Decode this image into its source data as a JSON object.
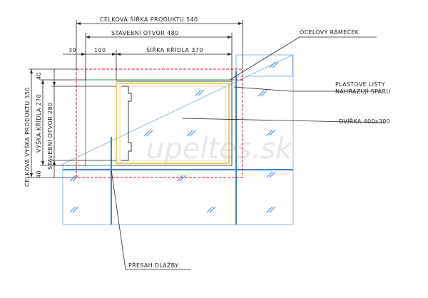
{
  "dimensions": {
    "celkova_sirka": "CELKOVÁ ŠÍŘKA PRODUKTU  540",
    "stavebni_otvor_h": "STAVEBNÍ OTVOR  480",
    "sirka_kridla": "ŠÍŘKA KŘÍDLA  370",
    "offset_30": "30",
    "offset_100": "100",
    "celkova_vyska": "CELKOVÁ VÝŠKA PRODUKTU  350",
    "vyska_kridla": "VÝŠKA KŘÍDLA  270",
    "stavebni_otvor_v": "STAVEBNÍ OTVOR  280",
    "v_offset_top": "40",
    "v_offset_bottom": "40"
  },
  "callouts": {
    "ocelovy_ramecek": "OCELOVÝ RÁMEČEK",
    "plastove_listy_1": "PLASTOVÉ LIŠTY",
    "plastove_listy_2": "NAHRAZUJÍ SPÁRU",
    "dvirka": "DVÍŘKA  400x300",
    "presah_dlazby": "PŘESAH DLAŽBY"
  },
  "watermark": "upeltes.sk",
  "colors": {
    "tile": "#3c84c8",
    "frame_red": "#c8102e",
    "door_yellow": "#d8c23a",
    "green": "#2f9e4a",
    "dim_line": "#222222",
    "bg": "#ffffff"
  }
}
